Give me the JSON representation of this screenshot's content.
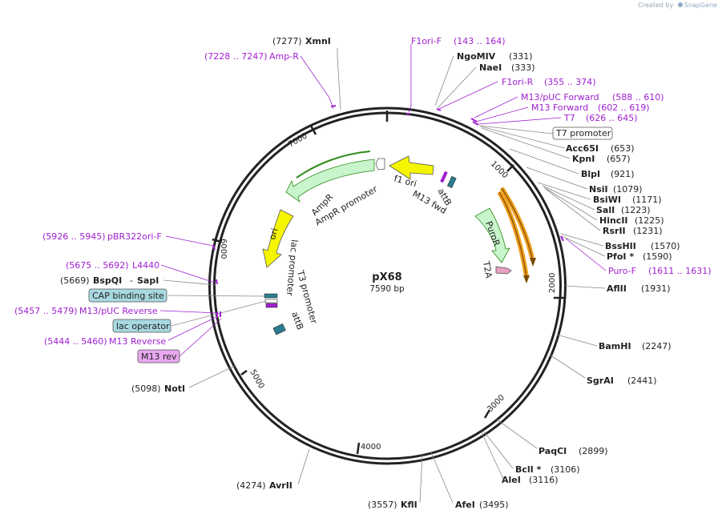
{
  "branding": {
    "created_by": "Created by",
    "product": "SnapGene"
  },
  "plasmid": {
    "name": "pX68",
    "length_label": "7590 bp",
    "length": 7590
  },
  "colors": {
    "feature_purple": "#9b30d9",
    "primer_purple": "#a020d0",
    "backbone": "#222222",
    "yellow": "#f5f500",
    "light_green": "#c8f5cc",
    "dark_green": "#2f8c1a",
    "orange": "#f0a020",
    "pink": "#e8a0c0",
    "teal": "#2a7d8f",
    "label_box_blue": "#a8d8e0",
    "label_box_pink": "#e8a8f0"
  },
  "tick_labels": [
    "1000",
    "2000",
    "3000",
    "4000",
    "5000",
    "6000",
    "7000"
  ],
  "sites": [
    {
      "name": "XmnI",
      "pos": "(7277)"
    },
    {
      "name": "NgoMIV",
      "pos": "(331)"
    },
    {
      "name": "NaeI",
      "pos": "(333)"
    },
    {
      "name": "Acc65I",
      "pos": "(653)"
    },
    {
      "name": "KpnI",
      "pos": "(657)"
    },
    {
      "name": "BlpI",
      "pos": "(921)"
    },
    {
      "name": "NsiI",
      "pos": "(1079)"
    },
    {
      "name": "BsiWI",
      "pos": "(1171)"
    },
    {
      "name": "SalI",
      "pos": "(1223)"
    },
    {
      "name": "HincII",
      "pos": "(1225)"
    },
    {
      "name": "RsrII",
      "pos": "(1231)"
    },
    {
      "name": "BssHII",
      "pos": "(1570)"
    },
    {
      "name": "PfoI *",
      "pos": "(1590)"
    },
    {
      "name": "AflII",
      "pos": "(1931)"
    },
    {
      "name": "BamHI",
      "pos": "(2247)"
    },
    {
      "name": "SgrAI",
      "pos": "(2441)"
    },
    {
      "name": "PaqCI",
      "pos": "(2899)"
    },
    {
      "name": "BclI *",
      "pos": "(3106)"
    },
    {
      "name": "AleI",
      "pos": "(3116)"
    },
    {
      "name": "AfeI",
      "pos": "(3495)"
    },
    {
      "name": "KflI",
      "pos": "(3557)"
    },
    {
      "name": "AvrII",
      "pos": "(4274)"
    },
    {
      "name": "NotI",
      "pos": "(5098)"
    },
    {
      "name": "BspQI",
      "pos": "(5669)"
    },
    {
      "name": "SapI",
      "pos": ""
    }
  ],
  "primers": [
    {
      "name": "Amp-R",
      "range": "(7228 .. 7247)"
    },
    {
      "name": "F1ori-F",
      "range": "(143 .. 164)"
    },
    {
      "name": "F1ori-R",
      "range": "(355 .. 374)"
    },
    {
      "name": "M13/pUC Forward",
      "range": "(588 .. 610)"
    },
    {
      "name": "M13 Forward",
      "range": "(602 .. 619)"
    },
    {
      "name": "T7",
      "range": "(626 .. 645)"
    },
    {
      "name": "Puro-F",
      "range": "(1611 .. 1631)"
    },
    {
      "name": "pBR322ori-F",
      "range": "(5926 .. 5945)"
    },
    {
      "name": "L4440",
      "range": "(5675 .. 5692)"
    },
    {
      "name": "M13/pUC Reverse",
      "range": "(5457 .. 5479)"
    },
    {
      "name": "M13 Reverse",
      "range": "(5444 .. 5460)"
    }
  ],
  "boxed_labels": {
    "t7_promoter": "T7 promoter",
    "cap_binding_site": "CAP binding site",
    "lac_operator": "lac operator",
    "m13_rev": "M13 rev"
  },
  "feature_labels": {
    "f1_ori": "f1 ori",
    "m13_fwd": "M13 fwd",
    "attb_top": "attB",
    "puror": "PuroR",
    "t2a": "T2A",
    "ampr": "AmpR",
    "ampr_promoter": "AmpR promoter",
    "ori": "ori",
    "t3_promoter": "T3 promoter",
    "lac_promoter": "lac promoter",
    "attb_bottom": "attB"
  }
}
